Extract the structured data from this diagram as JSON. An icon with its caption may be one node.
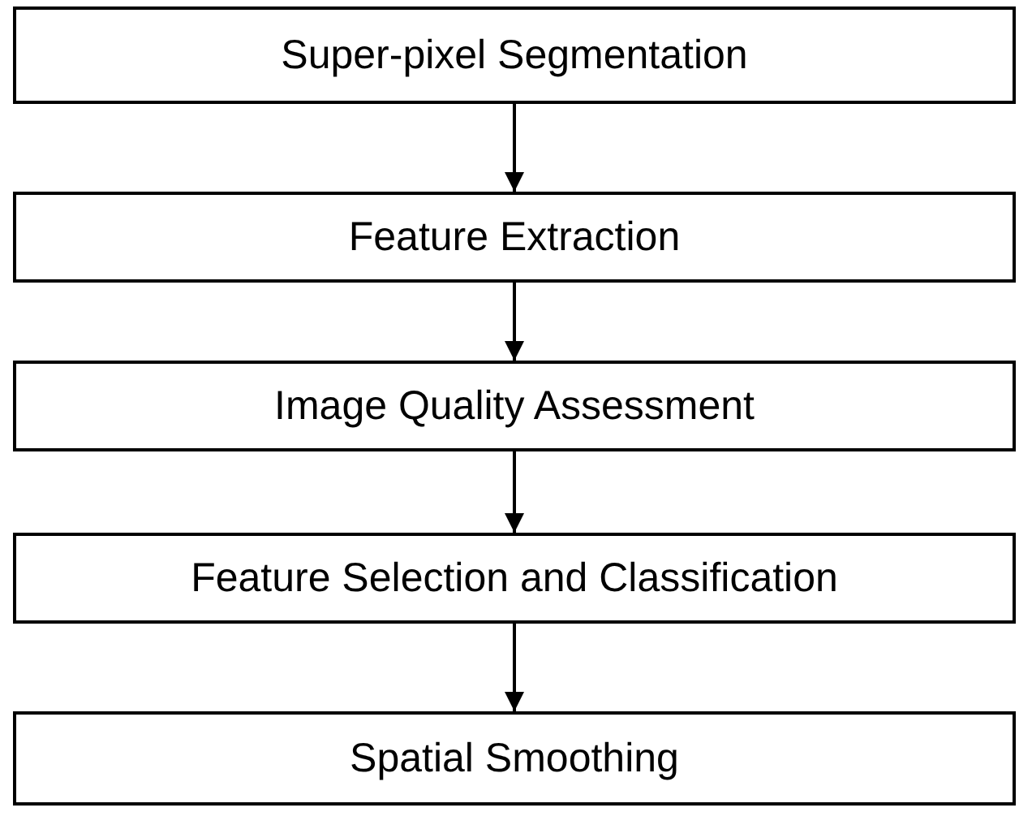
{
  "diagram": {
    "nodes": [
      {
        "text": [
          "Super-pixel Segmentation"
        ]
      },
      {
        "text": [
          "Feature Extraction"
        ]
      },
      {
        "text": [
          "Image Quality Assessment"
        ]
      },
      {
        "text": [
          "Feature Selection and Classification"
        ]
      },
      {
        "text": [
          "Spatial Smoothing"
        ]
      }
    ],
    "edges": [
      {
        "from": 0,
        "to": 1,
        "arrow": "to"
      },
      {
        "from": 1,
        "to": 2,
        "arrow": "to"
      },
      {
        "from": 2,
        "to": 3,
        "arrow": "to"
      },
      {
        "from": 3,
        "to": 4,
        "arrow": "to"
      }
    ]
  }
}
